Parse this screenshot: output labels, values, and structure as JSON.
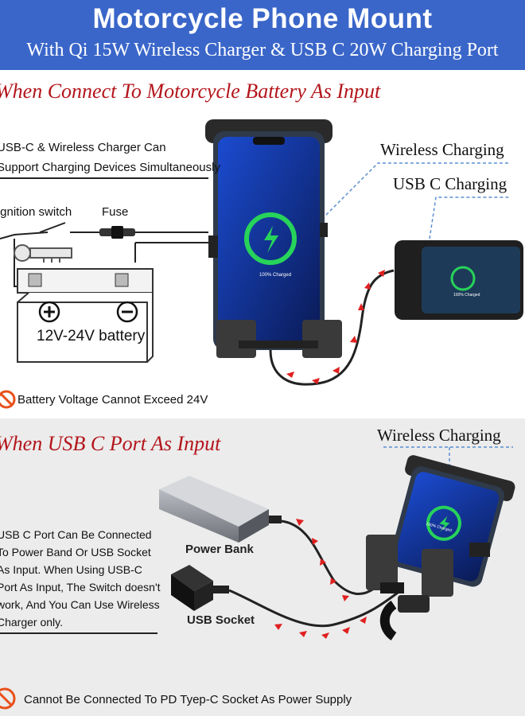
{
  "header": {
    "title": "Motorcycle Phone Mount",
    "subtitle": "With Qi 15W Wireless Charger & USB C 20W Charging Port"
  },
  "section1": {
    "title": "When Connect To Motorcycle Battery As Input",
    "note_line1": "USB-C & Wireless Charger Can",
    "note_line2": "Support Charging Devices Simultaneously",
    "ignition_label": "Ignition switch",
    "fuse_label": "Fuse",
    "battery_label": "12V-24V battery",
    "wireless_label": "Wireless Charging",
    "usbc_label": "USB C Charging",
    "phone_screen_text": "100% Charged",
    "small_screen_text": "100% Charged",
    "warning": "Battery Voltage Cannot Exceed 24V"
  },
  "section2": {
    "title": "When USB C Port As Input",
    "wireless_label": "Wireless Charging",
    "note_lines": [
      "USB C Port Can Be Connected",
      "To Power Band Or USB Socket",
      "As Input. When Using USB-C",
      "Port As Input, The Switch doesn't",
      "work, And You Can Use Wireless",
      "Charger only."
    ],
    "power_bank_label": "Power Bank",
    "usb_socket_label": "USB Socket",
    "phone_screen_text": "100% Charged",
    "warning": "Cannot Be Connected To PD Tyep-C Socket As Power Supply"
  },
  "colors": {
    "header_bg": "#3a66c9",
    "section_title": "#b3151b",
    "arrow": "#e02020",
    "charge_ring": "#27d35a",
    "warning_icon": "#e8501a"
  }
}
